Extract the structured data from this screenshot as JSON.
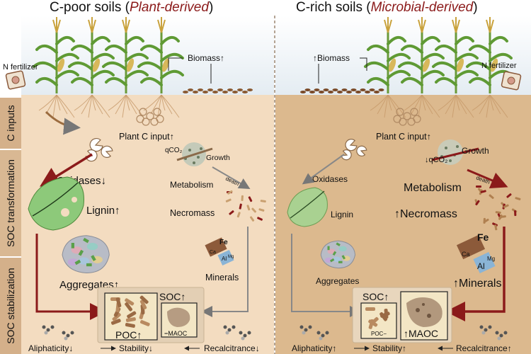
{
  "left_panel": {
    "title_main": "C-poor soils (",
    "title_italic": "Plant-derived",
    "title_close": ")",
    "n_fertilizer": "N fertilizer",
    "biomass": "Biomass",
    "plant_c_input": "Plant C input",
    "qco2": "qCO₂",
    "growth": "Growth",
    "death": "death",
    "oxidases": "Oxidases",
    "metabolism": "Metabolism",
    "lignin": "Lignin",
    "necromass": "Necromass",
    "minerals": "Minerals",
    "aggregates": "Aggregates",
    "soc": "SOC",
    "poc": "POC",
    "maoc": "MAOC",
    "aliphaticity": "Aliphaticity",
    "stability": "Stability",
    "recalcitrance": "Recalcitrance"
  },
  "right_panel": {
    "title_main": "C-rich soils (",
    "title_italic": "Microbial-derived",
    "title_close": ")",
    "n_fertilizer": "N fertilizer",
    "biomass": "Biomass",
    "plant_c_input": "Plant C input",
    "qco2": "qCO₂",
    "growth": "Growth",
    "death": "death",
    "oxidases": "Oxidases",
    "metabolism": "Metabolism",
    "lignin": "Lignin",
    "necromass": "Necromass",
    "minerals": "Minerals",
    "aggregates": "Aggregates",
    "soc": "SOC",
    "poc": "POC",
    "maoc": "MAOC",
    "aliphaticity": "Aliphaticity",
    "stability": "Stability",
    "recalcitrance": "Recalcitrance"
  },
  "side_labels": {
    "c_inputs": "C inputs",
    "soc_transformation": "SOC transformation",
    "soc_stabilization": "SOC stabilization"
  },
  "mineral_symbols": {
    "fe": "Fe",
    "ca": "Ca",
    "al": "Al",
    "mg": "Mg"
  },
  "arrows": {
    "up": "↑",
    "down": "↓"
  },
  "colors": {
    "left_soil": "#f3dcc0",
    "right_soil": "#dcb98e",
    "side_band": "#d4b08a",
    "dark_red": "#8b1a1a",
    "box_fill": "#ecdcc6"
  }
}
